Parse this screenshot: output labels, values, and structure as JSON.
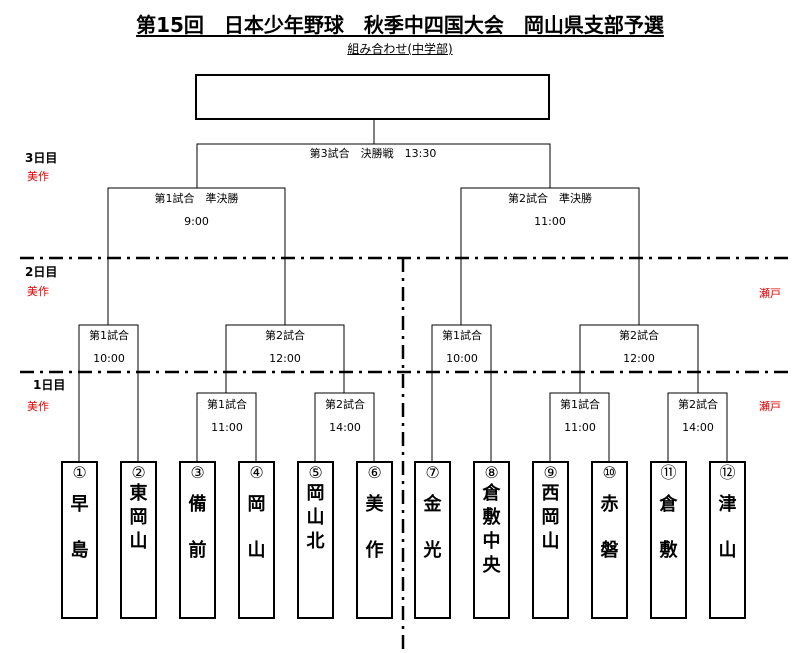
{
  "title": "第15回　日本少年野球　秋季中四国大会　岡山県支部予選",
  "subtitle": "組み合わせ(中学部)",
  "champion_box": "",
  "days": [
    {
      "label": "3日目",
      "venues": [
        "美作"
      ]
    },
    {
      "label": "2日目",
      "venues": [
        "美作",
        "瀬戸"
      ]
    },
    {
      "label": "1日目",
      "venues": [
        "美作",
        "瀬戸"
      ]
    }
  ],
  "matches": {
    "final": {
      "name": "第3試合　決勝戦　13:30"
    },
    "semi1": {
      "name": "第1試合　準決勝",
      "time": "9:00"
    },
    "semi2": {
      "name": "第2試合　準決勝",
      "time": "11:00"
    },
    "d2_left_1": {
      "name": "第1試合",
      "time": "10:00"
    },
    "d2_left_2": {
      "name": "第2試合",
      "time": "12:00"
    },
    "d2_right_1": {
      "name": "第1試合",
      "time": "10:00"
    },
    "d2_right_2": {
      "name": "第2試合",
      "time": "12:00"
    },
    "d1_left_1": {
      "name": "第1試合",
      "time": "11:00"
    },
    "d1_left_2": {
      "name": "第2試合",
      "time": "14:00"
    },
    "d1_right_1": {
      "name": "第1試合",
      "time": "11:00"
    },
    "d1_right_2": {
      "name": "第2試合",
      "time": "14:00"
    }
  },
  "teams": [
    {
      "num": "①",
      "chars": [
        "早",
        "島"
      ]
    },
    {
      "num": "②",
      "chars": [
        "東",
        "岡",
        "山"
      ]
    },
    {
      "num": "③",
      "chars": [
        "備",
        "前"
      ]
    },
    {
      "num": "④",
      "chars": [
        "岡",
        "山"
      ]
    },
    {
      "num": "⑤",
      "chars": [
        "岡",
        "山",
        "北"
      ]
    },
    {
      "num": "⑥",
      "chars": [
        "美",
        "作"
      ]
    },
    {
      "num": "⑦",
      "chars": [
        "金",
        "光"
      ]
    },
    {
      "num": "⑧",
      "chars": [
        "倉",
        "敷",
        "中",
        "央"
      ]
    },
    {
      "num": "⑨",
      "chars": [
        "西",
        "岡",
        "山"
      ]
    },
    {
      "num": "⑩",
      "chars": [
        "赤",
        "磐"
      ]
    },
    {
      "num": "⑪",
      "chars": [
        "倉",
        "敷"
      ]
    },
    {
      "num": "⑫",
      "chars": [
        "津",
        "山"
      ]
    }
  ]
}
